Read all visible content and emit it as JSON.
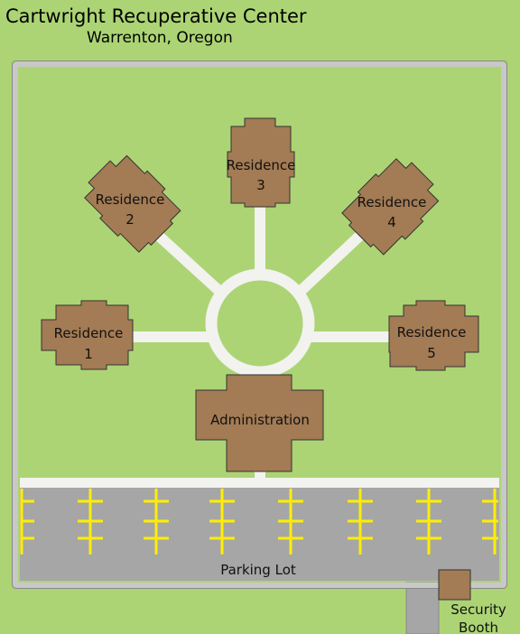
{
  "title": "Cartwright Recuperative Center",
  "subtitle": "Warrenton, Oregon",
  "colors": {
    "grass": "#acd474",
    "building": "#a37b54",
    "path": "#f2f2ee",
    "wall": "#c8c8c8",
    "lot": "#a6a6a6",
    "stripe": "#ffee00"
  },
  "buildings": {
    "residence_1": {
      "line1": "Residence",
      "line2": "1"
    },
    "residence_2": {
      "line1": "Residence",
      "line2": "2"
    },
    "residence_3": {
      "line1": "Residence",
      "line2": "3"
    },
    "residence_4": {
      "line1": "Residence",
      "line2": "4"
    },
    "residence_5": {
      "line1": "Residence",
      "line2": "5"
    },
    "administration": {
      "label": "Administration"
    },
    "security_booth": {
      "line1": "Security",
      "line2": "Booth"
    }
  },
  "parking": {
    "label": "Parking Lot"
  }
}
